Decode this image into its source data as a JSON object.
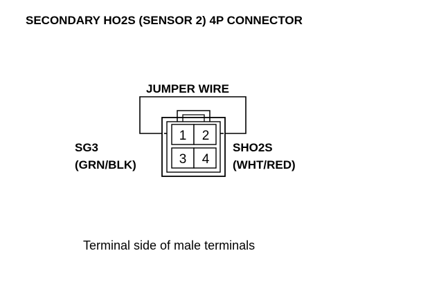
{
  "diagram": {
    "title": "SECONDARY HO2S (SENSOR 2) 4P CONNECTOR",
    "jumper_label": "JUMPER WIRE",
    "left_terminal": {
      "name": "SG3",
      "wire_color": "(GRN/BLK)"
    },
    "right_terminal": {
      "name": "SHO2S",
      "wire_color": "(WHT/RED)"
    },
    "connector": {
      "pins": [
        "1",
        "2",
        "3",
        "4"
      ]
    },
    "caption": "Terminal side of male terminals"
  }
}
